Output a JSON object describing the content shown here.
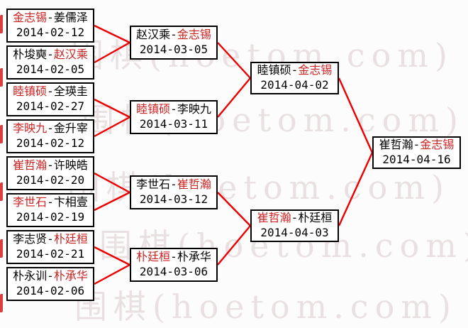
{
  "watermark": {
    "text": "围棋(hoetom.com)"
  },
  "colors": {
    "winner_name": "#cc2222",
    "connector_line": "#ee0000",
    "box_border": "#000000",
    "watermark": "#e9e1e1",
    "watermark_edge": "#d84040"
  },
  "tournament": {
    "rounds": [
      {
        "name": "round-of-16",
        "matches": [
          {
            "p1": "金志锡",
            "p2": "姜儒泽",
            "separator": "-",
            "date": "2014-02-12",
            "winner": "p1"
          },
          {
            "p1": "朴埈奭",
            "p2": "赵汉乘",
            "separator": "-",
            "date": "2014-02-05",
            "winner": "p2"
          },
          {
            "p1": "睦镇硕",
            "p2": "全瑛圭",
            "separator": "-",
            "date": "2014-02-27",
            "winner": "p1"
          },
          {
            "p1": "李映九",
            "p2": "金升宰",
            "separator": "-",
            "date": "2014-02-12",
            "winner": "p1"
          },
          {
            "p1": "崔哲瀚",
            "p2": "许映皓",
            "separator": "-",
            "date": "2014-02-20",
            "winner": "p1"
          },
          {
            "p1": "李世石",
            "p2": "卞相壹",
            "separator": "-",
            "date": "2014-02-19",
            "winner": "p1"
          },
          {
            "p1": "李志贤",
            "p2": "朴廷桓",
            "separator": "-",
            "date": "2014-02-21",
            "winner": "p2"
          },
          {
            "p1": "朴永训",
            "p2": "朴承华",
            "separator": "-",
            "date": "2014-02-06",
            "winner": "p2"
          }
        ]
      },
      {
        "name": "quarterfinals",
        "matches": [
          {
            "p1": "赵汉乘",
            "p2": "金志锡",
            "separator": "-",
            "date": "2014-03-05",
            "winner": "p2"
          },
          {
            "p1": "睦镇硕",
            "p2": "李映九",
            "separator": "-",
            "date": "2014-03-11",
            "winner": "p1"
          },
          {
            "p1": "李世石",
            "p2": "崔哲瀚",
            "separator": "-",
            "date": "2014-03-12",
            "winner": "p2"
          },
          {
            "p1": "朴廷桓",
            "p2": "朴承华",
            "separator": "-",
            "date": "2014-03-06",
            "winner": "p1"
          }
        ]
      },
      {
        "name": "semifinals",
        "matches": [
          {
            "p1": "睦镇硕",
            "p2": "金志锡",
            "separator": "-",
            "date": "2014-04-02",
            "winner": "p2"
          },
          {
            "p1": "崔哲瀚",
            "p2": "朴廷桓",
            "separator": "-",
            "date": "2014-04-03",
            "winner": "p1"
          }
        ]
      },
      {
        "name": "final",
        "matches": [
          {
            "p1": "崔哲瀚",
            "p2": "金志锡",
            "separator": "-",
            "date": "2014-04-16",
            "winner": "p2"
          }
        ]
      }
    ]
  }
}
